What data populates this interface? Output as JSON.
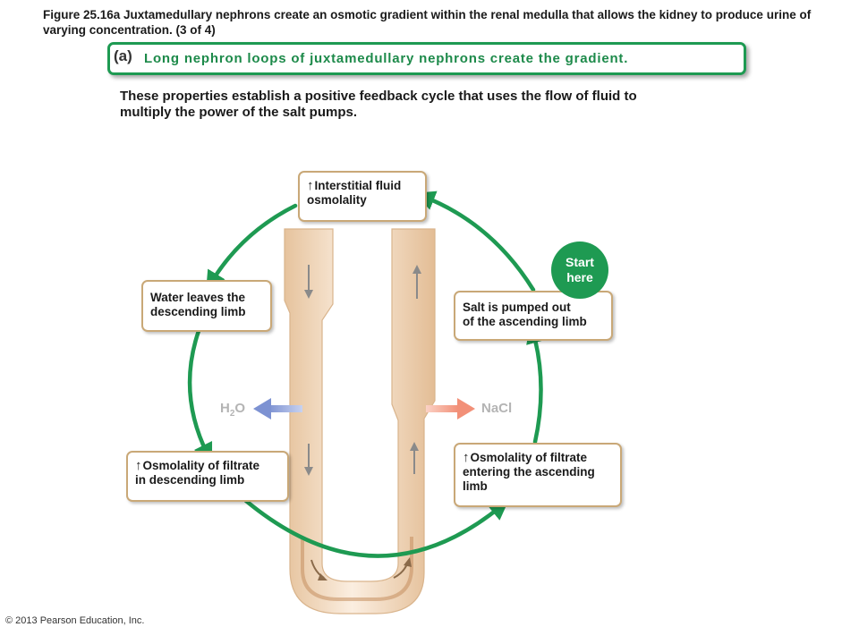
{
  "figure_title": "Figure 25.16a  Juxtamedullary nephrons create an osmotic gradient within the renal medulla that allows the kidney to produce urine of varying concentration. (3 of 4)",
  "banner": {
    "letter": "(a)",
    "text": "Long nephron loops of juxtamedullary nephrons create the gradient."
  },
  "intro_text": "These properties establish a positive feedback cycle that uses the flow of fluid to multiply the power of the salt pumps.",
  "cycle": {
    "interstitial_fluid": {
      "arrow": "↑",
      "line1": "Interstitial fluid",
      "line2": "osmolality"
    },
    "water_leaves": {
      "line1": "Water leaves the",
      "line2": "descending limb"
    },
    "osmolality_descending": {
      "arrow": "↑",
      "line1": "Osmolality of filtrate",
      "line2": "in descending limb"
    },
    "osmolality_ascending": {
      "arrow": "↑",
      "line1": "Osmolality  of filtrate",
      "line2": "entering the ascending",
      "line3": "limb"
    },
    "salt_pumped": {
      "line1": "Salt is pumped out",
      "line2": "of the ascending limb"
    },
    "start_badge": {
      "line1": "Start",
      "line2": "here"
    }
  },
  "labels": {
    "water": "H",
    "water_sub": "2",
    "water_tail": "O",
    "salt": "NaCl"
  },
  "colors": {
    "cycle_arrow": "#1e9a52",
    "tubule_fill": "#f1dcc2",
    "water_arrow": "#8ea0d8",
    "salt_arrow": "#f4a08c"
  },
  "copyright": "© 2013 Pearson Education, Inc."
}
